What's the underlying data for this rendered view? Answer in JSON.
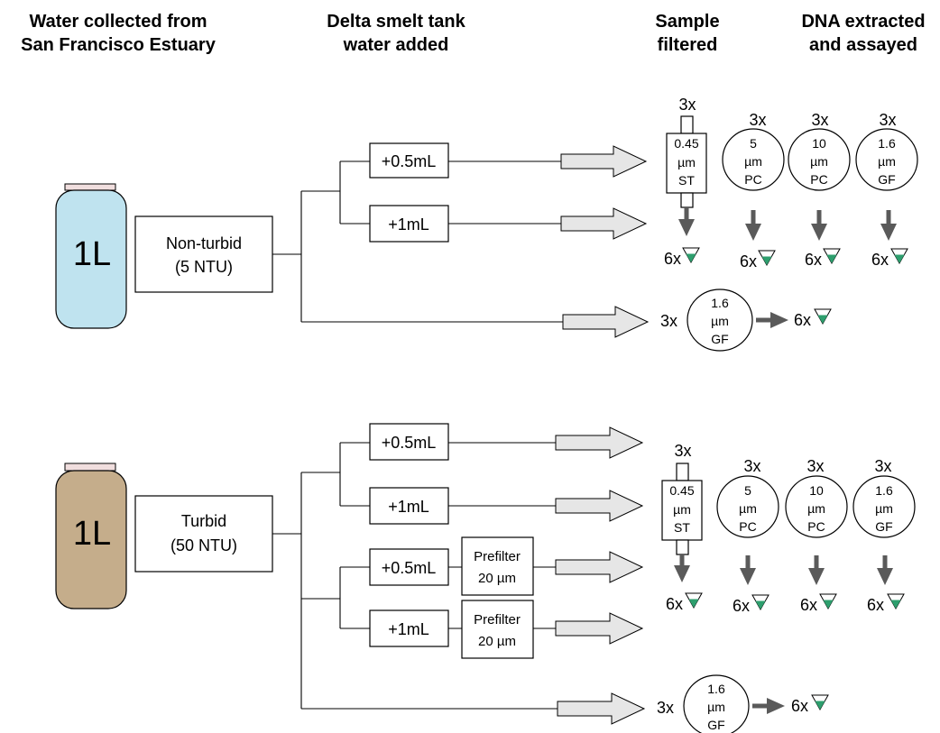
{
  "headers": {
    "col1_line1": "Water collected from",
    "col1_line2": "San Francisco Estuary",
    "col2_line1": "Delta smelt tank",
    "col2_line2": "water added",
    "col3_line1": "Sample",
    "col3_line2": "filtered",
    "col4_line1": "DNA extracted",
    "col4_line2": "and assayed"
  },
  "colors": {
    "nonturbid_jar": "#bfe3ef",
    "turbid_jar": "#c5ad8b",
    "jar_lid": "#f0dede",
    "arrow_fill": "#e6e6e6",
    "down_arrow": "#5a5a5a",
    "tube_green": "#2e9f6e"
  },
  "nonturbid": {
    "jar_label": "1L",
    "type_line1": "Non-turbid",
    "type_line2": "(5 NTU)",
    "add1": "+0.5mL",
    "add2": "+1mL",
    "bottom_mult": "3x",
    "bottom_filter": [
      "1.6",
      "µm",
      "GF"
    ],
    "bottom_out": "6x"
  },
  "turbid": {
    "jar_label": "1L",
    "type_line1": "Turbid",
    "type_line2": "(50 NTU)",
    "add1": "+0.5mL",
    "add2": "+1mL",
    "add3": "+0.5mL",
    "add4": "+1mL",
    "prefilter_line1": "Prefilter",
    "prefilter_line2": "20 µm",
    "bottom_mult": "3x",
    "bottom_filter": [
      "1.6",
      "µm",
      "GF"
    ],
    "bottom_out": "6x"
  },
  "filters": [
    {
      "mult": "3x",
      "lines": [
        "0.45",
        "µm",
        "ST"
      ],
      "out": "6x"
    },
    {
      "mult": "3x",
      "lines": [
        "5",
        "µm",
        "PC"
      ],
      "out": "6x"
    },
    {
      "mult": "3x",
      "lines": [
        "10",
        "µm",
        "PC"
      ],
      "out": "6x"
    },
    {
      "mult": "3x",
      "lines": [
        "1.6",
        "µm",
        "GF"
      ],
      "out": "6x"
    }
  ]
}
